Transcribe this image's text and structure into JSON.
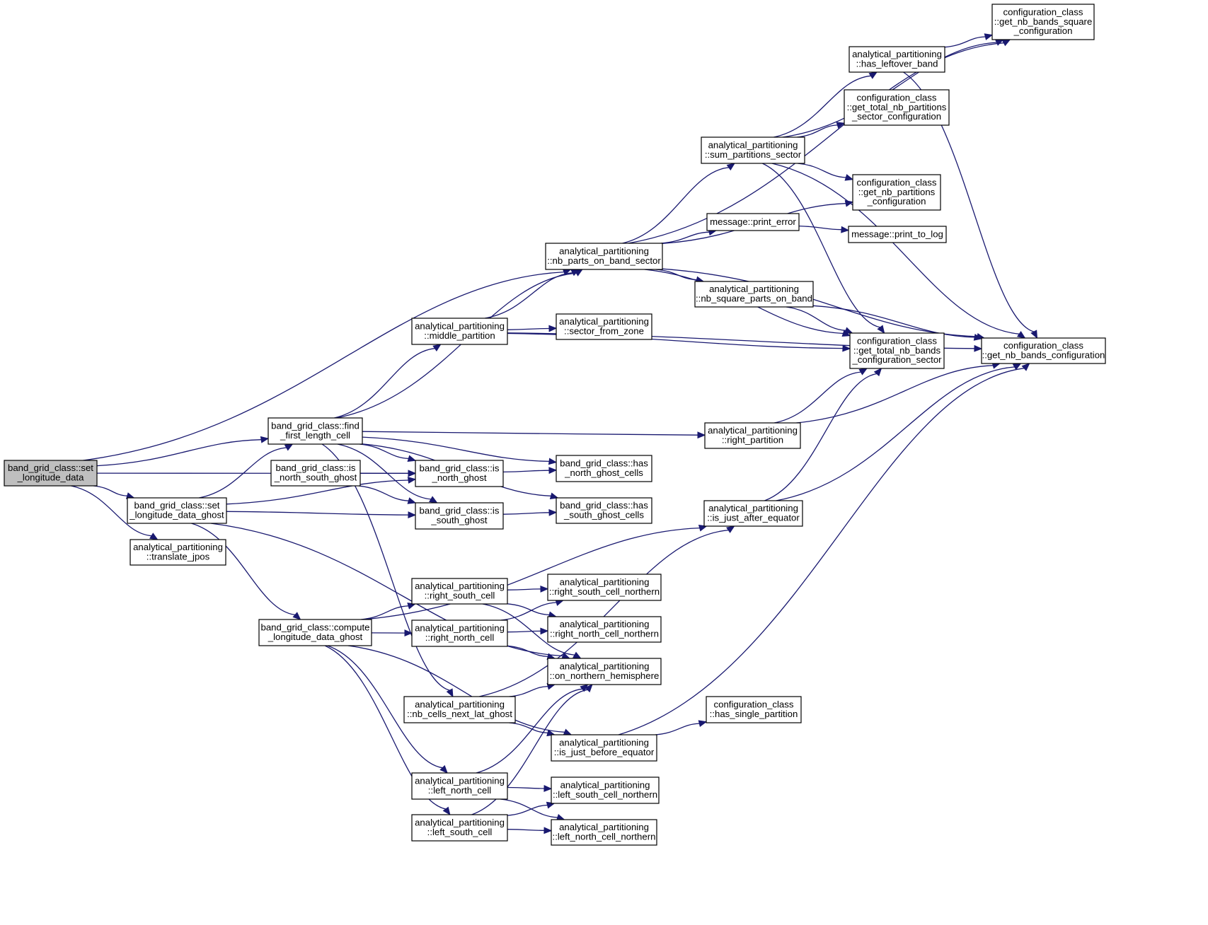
{
  "nodes": [
    {
      "id": "set_longitude_data",
      "lines": [
        "band_grid_class::set",
        "_longitude_data"
      ],
      "root": true
    },
    {
      "id": "find_first_length_cell",
      "lines": [
        "band_grid_class::find",
        "_first_length_cell"
      ]
    },
    {
      "id": "is_north_south_ghost",
      "lines": [
        "band_grid_class::is",
        "_north_south_ghost"
      ]
    },
    {
      "id": "set_longitude_data_ghost",
      "lines": [
        "band_grid_class::set",
        "_longitude_data_ghost"
      ]
    },
    {
      "id": "translate_jpos",
      "lines": [
        "analytical_partitioning",
        "::translate_jpos"
      ]
    },
    {
      "id": "compute_longitude_data_ghost",
      "lines": [
        "band_grid_class::compute",
        "_longitude_data_ghost"
      ]
    },
    {
      "id": "nb_parts_on_band_sector",
      "lines": [
        "analytical_partitioning",
        "::nb_parts_on_band_sector"
      ]
    },
    {
      "id": "middle_partition",
      "lines": [
        "analytical_partitioning",
        "::middle_partition"
      ]
    },
    {
      "id": "is_north_ghost",
      "lines": [
        "band_grid_class::is",
        "_north_ghost"
      ]
    },
    {
      "id": "is_south_ghost",
      "lines": [
        "band_grid_class::is",
        "_south_ghost"
      ]
    },
    {
      "id": "right_south_cell",
      "lines": [
        "analytical_partitioning",
        "::right_south_cell"
      ]
    },
    {
      "id": "right_north_cell",
      "lines": [
        "analytical_partitioning",
        "::right_north_cell"
      ]
    },
    {
      "id": "nb_cells_next_lat_ghost",
      "lines": [
        "analytical_partitioning",
        "::nb_cells_next_lat_ghost"
      ]
    },
    {
      "id": "left_north_cell",
      "lines": [
        "analytical_partitioning",
        "::left_north_cell"
      ]
    },
    {
      "id": "left_south_cell",
      "lines": [
        "analytical_partitioning",
        "::left_south_cell"
      ]
    },
    {
      "id": "sector_from_zone",
      "lines": [
        "analytical_partitioning",
        "::sector_from_zone"
      ]
    },
    {
      "id": "has_north_ghost_cells",
      "lines": [
        "band_grid_class::has",
        "_north_ghost_cells"
      ]
    },
    {
      "id": "has_south_ghost_cells",
      "lines": [
        "band_grid_class::has",
        "_south_ghost_cells"
      ]
    },
    {
      "id": "right_south_cell_northern",
      "lines": [
        "analytical_partitioning",
        "::right_south_cell_northern"
      ]
    },
    {
      "id": "right_north_cell_northern",
      "lines": [
        "analytical_partitioning",
        "::right_north_cell_northern"
      ]
    },
    {
      "id": "on_northern_hemisphere",
      "lines": [
        "analytical_partitioning",
        "::on_northern_hemisphere"
      ]
    },
    {
      "id": "is_just_before_equator",
      "lines": [
        "analytical_partitioning",
        "::is_just_before_equator"
      ]
    },
    {
      "id": "left_south_cell_northern",
      "lines": [
        "analytical_partitioning",
        "::left_south_cell_northern"
      ]
    },
    {
      "id": "left_north_cell_northern",
      "lines": [
        "analytical_partitioning",
        "::left_north_cell_northern"
      ]
    },
    {
      "id": "sum_partitions_sector",
      "lines": [
        "analytical_partitioning",
        "::sum_partitions_sector"
      ]
    },
    {
      "id": "print_error",
      "lines": [
        "message::print_error"
      ]
    },
    {
      "id": "nb_square_parts_on_band",
      "lines": [
        "analytical_partitioning",
        "::nb_square_parts_on_band"
      ]
    },
    {
      "id": "right_partition",
      "lines": [
        "analytical_partitioning",
        "::right_partition"
      ]
    },
    {
      "id": "is_just_after_equator",
      "lines": [
        "analytical_partitioning",
        "::is_just_after_equator"
      ]
    },
    {
      "id": "has_single_partition",
      "lines": [
        "configuration_class",
        "::has_single_partition"
      ]
    },
    {
      "id": "has_leftover_band",
      "lines": [
        "analytical_partitioning",
        "::has_leftover_band"
      ]
    },
    {
      "id": "get_total_nb_partitions_sector_configuration",
      "lines": [
        "configuration_class",
        "::get_total_nb_partitions",
        "_sector_configuration"
      ]
    },
    {
      "id": "get_nb_partitions_configuration",
      "lines": [
        "configuration_class",
        "::get_nb_partitions",
        "_configuration"
      ]
    },
    {
      "id": "print_to_log",
      "lines": [
        "message::print_to_log"
      ]
    },
    {
      "id": "get_total_nb_bands_configuration_sector",
      "lines": [
        "configuration_class",
        "::get_total_nb_bands",
        "_configuration_sector"
      ]
    },
    {
      "id": "get_nb_bands_square_configuration",
      "lines": [
        "configuration_class",
        "::get_nb_bands_square",
        "_configuration"
      ]
    },
    {
      "id": "get_nb_bands_configuration",
      "lines": [
        "configuration_class",
        "::get_nb_bands_configuration"
      ]
    }
  ],
  "edges": [
    [
      "set_longitude_data",
      "nb_parts_on_band_sector"
    ],
    [
      "set_longitude_data",
      "find_first_length_cell"
    ],
    [
      "set_longitude_data",
      "is_north_ghost"
    ],
    [
      "set_longitude_data",
      "set_longitude_data_ghost"
    ],
    [
      "set_longitude_data",
      "translate_jpos"
    ],
    [
      "find_first_length_cell",
      "nb_parts_on_band_sector"
    ],
    [
      "find_first_length_cell",
      "middle_partition"
    ],
    [
      "find_first_length_cell",
      "right_partition"
    ],
    [
      "find_first_length_cell",
      "has_north_ghost_cells"
    ],
    [
      "find_first_length_cell",
      "has_south_ghost_cells"
    ],
    [
      "find_first_length_cell",
      "is_north_ghost"
    ],
    [
      "find_first_length_cell",
      "is_south_ghost"
    ],
    [
      "find_first_length_cell",
      "nb_cells_next_lat_ghost"
    ],
    [
      "is_north_south_ghost",
      "is_north_ghost"
    ],
    [
      "is_north_south_ghost",
      "is_south_ghost"
    ],
    [
      "set_longitude_data_ghost",
      "find_first_length_cell"
    ],
    [
      "set_longitude_data_ghost",
      "is_north_ghost"
    ],
    [
      "set_longitude_data_ghost",
      "is_south_ghost"
    ],
    [
      "set_longitude_data_ghost",
      "compute_longitude_data_ghost"
    ],
    [
      "set_longitude_data_ghost",
      "on_northern_hemisphere"
    ],
    [
      "compute_longitude_data_ghost",
      "right_south_cell"
    ],
    [
      "compute_longitude_data_ghost",
      "right_north_cell"
    ],
    [
      "compute_longitude_data_ghost",
      "left_north_cell"
    ],
    [
      "compute_longitude_data_ghost",
      "left_south_cell"
    ],
    [
      "compute_longitude_data_ghost",
      "is_just_after_equator"
    ],
    [
      "compute_longitude_data_ghost",
      "is_just_before_equator"
    ],
    [
      "nb_parts_on_band_sector",
      "get_nb_bands_square_configuration"
    ],
    [
      "nb_parts_on_band_sector",
      "sum_partitions_sector"
    ],
    [
      "nb_parts_on_band_sector",
      "get_nb_partitions_configuration"
    ],
    [
      "nb_parts_on_band_sector",
      "print_error"
    ],
    [
      "nb_parts_on_band_sector",
      "nb_square_parts_on_band"
    ],
    [
      "nb_parts_on_band_sector",
      "get_total_nb_bands_configuration_sector"
    ],
    [
      "nb_parts_on_band_sector",
      "get_nb_bands_configuration"
    ],
    [
      "middle_partition",
      "nb_parts_on_band_sector"
    ],
    [
      "middle_partition",
      "sector_from_zone"
    ],
    [
      "middle_partition",
      "get_total_nb_bands_configuration_sector"
    ],
    [
      "middle_partition",
      "get_nb_bands_configuration"
    ],
    [
      "is_north_ghost",
      "has_north_ghost_cells"
    ],
    [
      "is_south_ghost",
      "has_south_ghost_cells"
    ],
    [
      "right_south_cell",
      "right_south_cell_northern"
    ],
    [
      "right_south_cell",
      "right_north_cell_northern"
    ],
    [
      "right_south_cell",
      "on_northern_hemisphere"
    ],
    [
      "right_north_cell",
      "right_south_cell_northern"
    ],
    [
      "right_north_cell",
      "right_north_cell_northern"
    ],
    [
      "right_north_cell",
      "on_northern_hemisphere"
    ],
    [
      "nb_cells_next_lat_ghost",
      "on_northern_hemisphere"
    ],
    [
      "nb_cells_next_lat_ghost",
      "is_just_after_equator"
    ],
    [
      "nb_cells_next_lat_ghost",
      "is_just_before_equator"
    ],
    [
      "left_north_cell",
      "on_northern_hemisphere"
    ],
    [
      "left_north_cell",
      "left_south_cell_northern"
    ],
    [
      "left_north_cell",
      "left_north_cell_northern"
    ],
    [
      "left_south_cell",
      "on_northern_hemisphere"
    ],
    [
      "left_south_cell",
      "left_south_cell_northern"
    ],
    [
      "left_south_cell",
      "left_north_cell_northern"
    ],
    [
      "sum_partitions_sector",
      "get_nb_bands_square_configuration"
    ],
    [
      "sum_partitions_sector",
      "has_leftover_band"
    ],
    [
      "sum_partitions_sector",
      "get_total_nb_partitions_sector_configuration"
    ],
    [
      "sum_partitions_sector",
      "get_nb_partitions_configuration"
    ],
    [
      "sum_partitions_sector",
      "get_total_nb_bands_configuration_sector"
    ],
    [
      "sum_partitions_sector",
      "get_nb_bands_configuration"
    ],
    [
      "print_error",
      "print_to_log"
    ],
    [
      "nb_square_parts_on_band",
      "get_total_nb_bands_configuration_sector"
    ],
    [
      "nb_square_parts_on_band",
      "get_nb_bands_configuration"
    ],
    [
      "right_partition",
      "get_total_nb_bands_configuration_sector"
    ],
    [
      "right_partition",
      "get_nb_bands_configuration"
    ],
    [
      "is_just_after_equator",
      "get_total_nb_bands_configuration_sector"
    ],
    [
      "is_just_after_equator",
      "get_nb_bands_configuration"
    ],
    [
      "is_just_before_equator",
      "has_single_partition"
    ],
    [
      "is_just_before_equator",
      "get_nb_bands_configuration"
    ],
    [
      "has_leftover_band",
      "get_nb_bands_square_configuration"
    ],
    [
      "has_leftover_band",
      "get_nb_bands_configuration"
    ]
  ]
}
